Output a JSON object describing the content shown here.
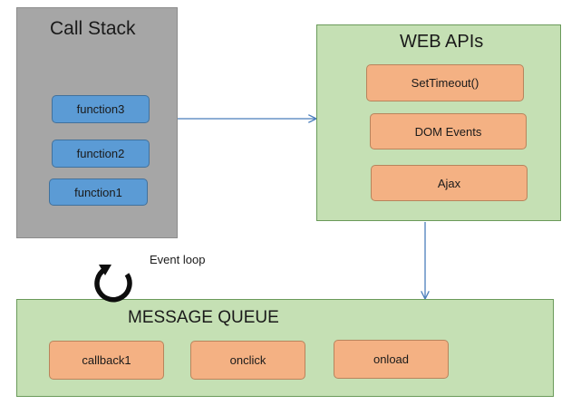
{
  "call_stack": {
    "title": "Call Stack",
    "functions": [
      "function3",
      "function2",
      "function1"
    ]
  },
  "web_apis": {
    "title": "WEB APIs",
    "items": [
      "SetTimeout()",
      "DOM Events",
      "Ajax"
    ]
  },
  "message_queue": {
    "title": "MESSAGE QUEUE",
    "items": [
      "callback1",
      "onclick",
      "onload"
    ]
  },
  "event_loop": {
    "label": "Event loop",
    "icon": "circular-arrow-icon"
  },
  "colors": {
    "call_stack_bg": "#a6a6a6",
    "function_box": "#5b9bd5",
    "green_panel": "#c5e0b4",
    "orange_box": "#f4b183",
    "arrow": "#4a7ebb"
  }
}
